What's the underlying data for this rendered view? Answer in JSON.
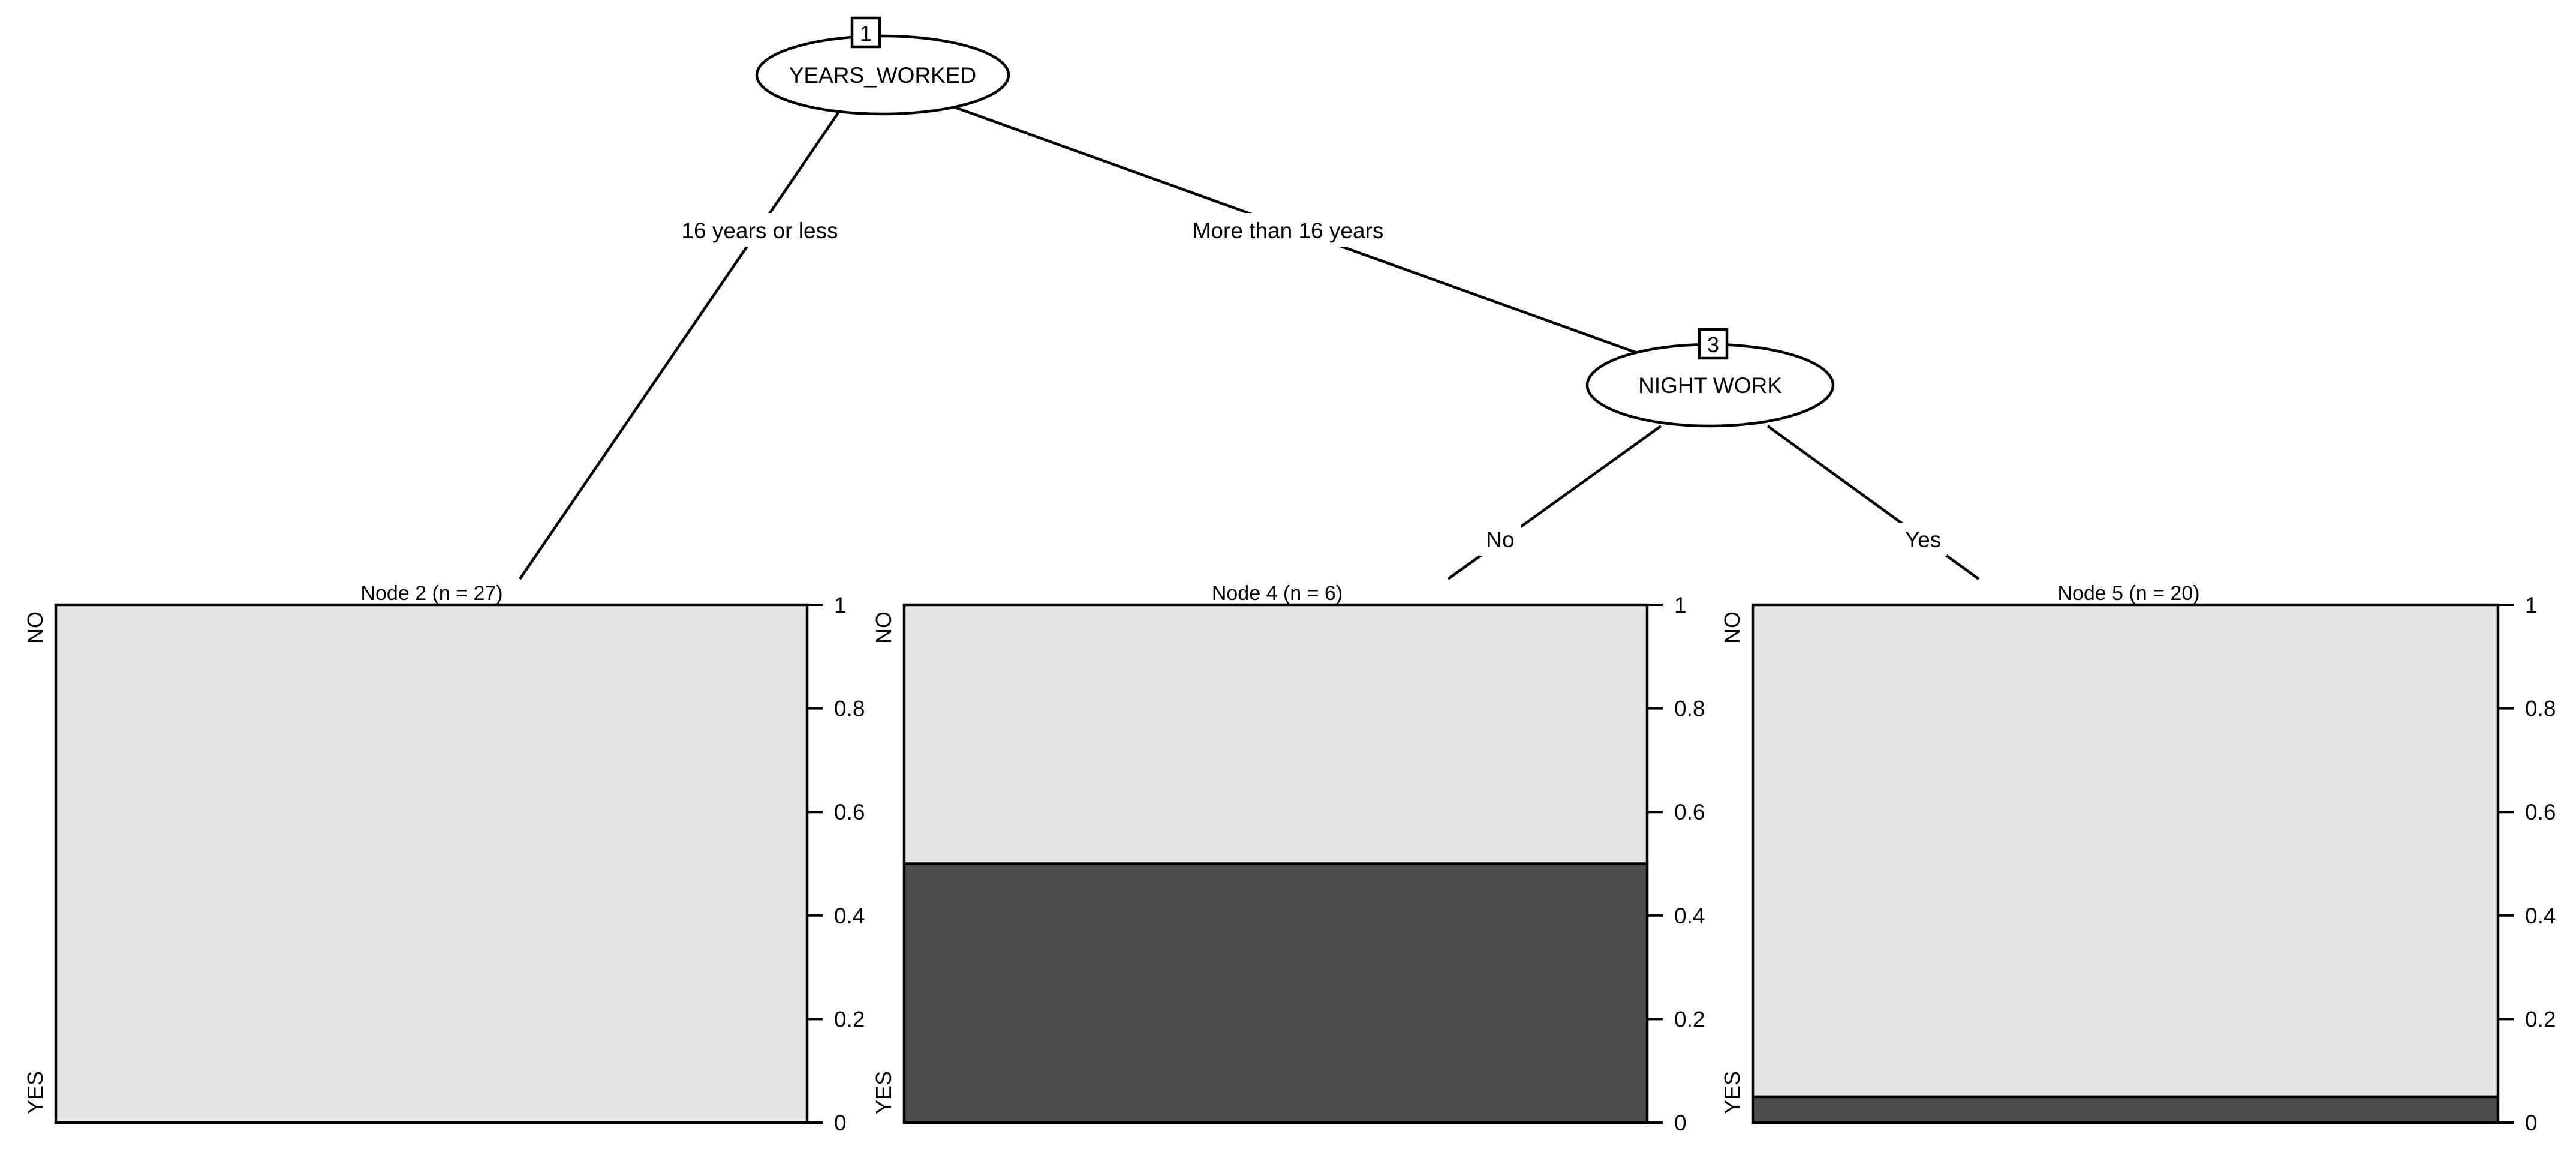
{
  "colors": {
    "no_class": "#e6e6e6",
    "yes_class": "#4d4d4d",
    "line": "#000000",
    "background": "#ffffff"
  },
  "tree": {
    "root": {
      "id": "1",
      "variable": "YEARS_WORKED",
      "branches": {
        "left": "16 years or less",
        "right": "More than 16 years"
      }
    },
    "inner": {
      "id": "3",
      "variable": "NIGHT WORK",
      "branches": {
        "left": "No",
        "right": "Yes"
      }
    }
  },
  "chart_data": [
    {
      "type": "bar",
      "title": "Node 2 (n = 27)",
      "categories": [
        "NO",
        "YES"
      ],
      "values": [
        1.0,
        0.0
      ],
      "ylim": [
        0,
        1
      ],
      "yticks": [
        "0",
        "0.2",
        "0.4",
        "0.6",
        "0.8",
        "1"
      ]
    },
    {
      "type": "bar",
      "title": "Node 4 (n = 6)",
      "categories": [
        "NO",
        "YES"
      ],
      "values": [
        0.5,
        0.5
      ],
      "ylim": [
        0,
        1
      ],
      "yticks": [
        "0",
        "0.2",
        "0.4",
        "0.6",
        "0.8",
        "1"
      ]
    },
    {
      "type": "bar",
      "title": "Node 5 (n = 20)",
      "categories": [
        "NO",
        "YES"
      ],
      "values": [
        0.95,
        0.05
      ],
      "ylim": [
        0,
        1
      ],
      "yticks": [
        "0",
        "0.2",
        "0.4",
        "0.6",
        "0.8",
        "1"
      ]
    }
  ]
}
